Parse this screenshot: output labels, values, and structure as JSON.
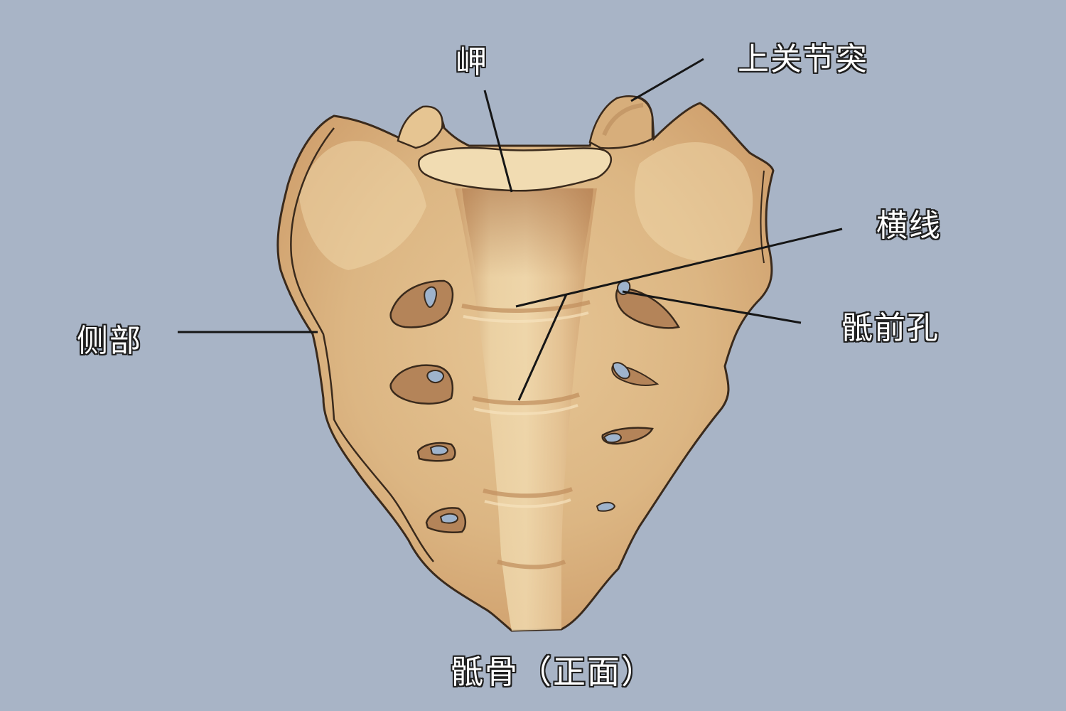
{
  "labels": {
    "promontory": "岬",
    "superior_articular_process": "上关节突",
    "transverse_lines": "横线",
    "anterior_sacral_foramina": "骶前孔",
    "lateral_part": "侧部",
    "caption": "骶骨（正面）"
  },
  "colors": {
    "background": "#a8b4c6",
    "bone_light": "#ecd1a3",
    "bone_mid": "#d8b17f",
    "bone_dark": "#b68558",
    "outline": "#3a2a1c",
    "leader_line": "#161616",
    "foramen_hole": "#9eb3cc"
  }
}
